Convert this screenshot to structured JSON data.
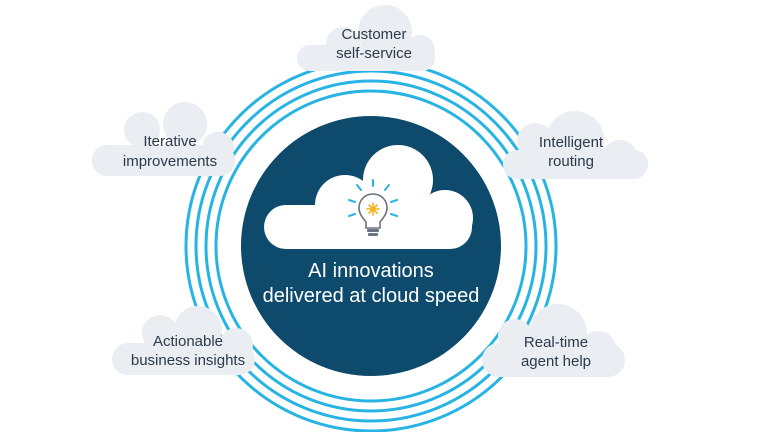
{
  "center": {
    "line1": "AI innovations",
    "line2": "delivered at cloud speed"
  },
  "satellites": [
    {
      "id": "customer",
      "line1": "Customer",
      "line2": "self-service"
    },
    {
      "id": "iterative",
      "line1": "Iterative",
      "line2": "improvements"
    },
    {
      "id": "intelligent",
      "line1": "Intelligent",
      "line2": "routing"
    },
    {
      "id": "actionable",
      "line1": "Actionable",
      "line2": "business insights"
    },
    {
      "id": "realtime",
      "line1": "Real-time",
      "line2": "agent help"
    }
  ],
  "icon": "lightbulb-icon",
  "colors": {
    "core": "#0e4a6c",
    "ring": "#27b4e4",
    "cloud": "#eaedf1",
    "text": "#2b3a4a",
    "bulb_rays": "#2bb3e2",
    "bulb_star": "#f2b11e"
  }
}
